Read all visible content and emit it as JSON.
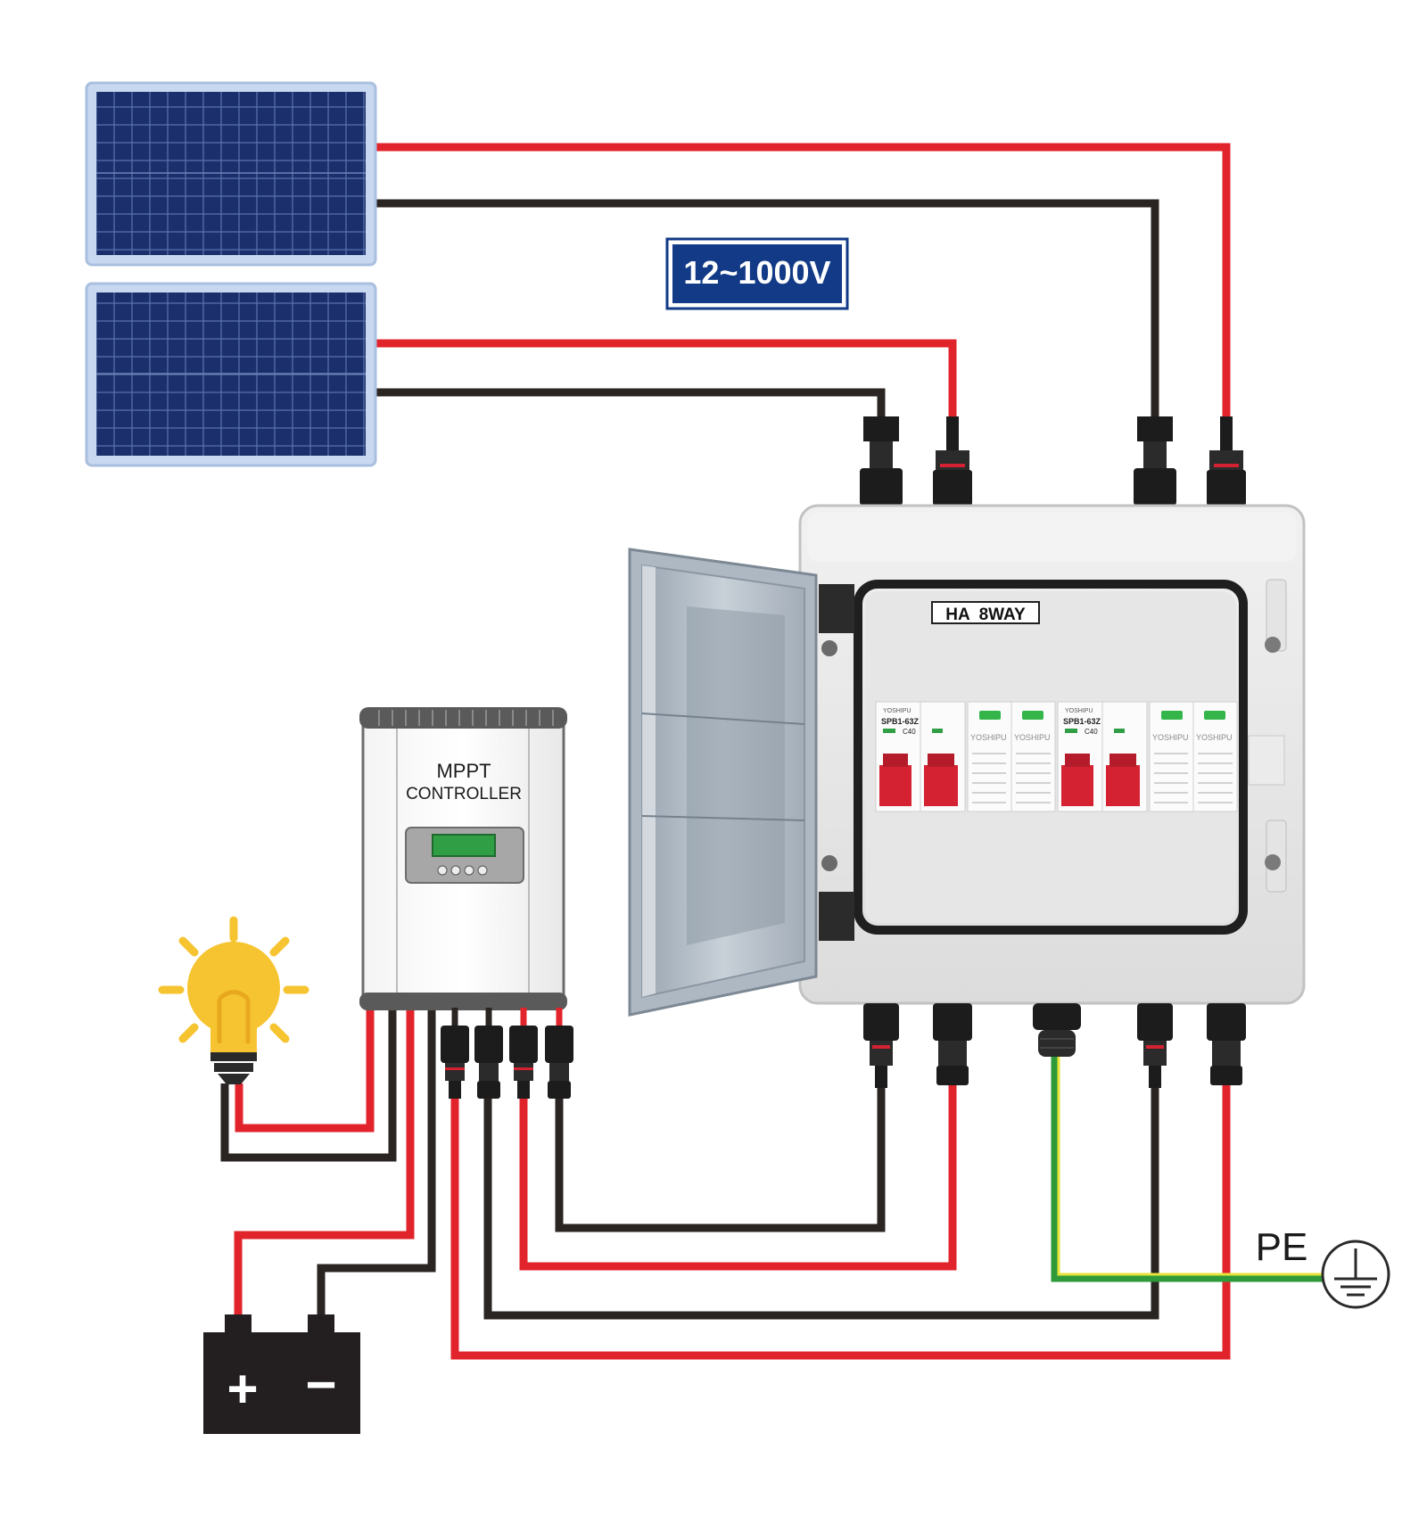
{
  "voltage_badge": {
    "label": "12~1000V"
  },
  "combiner_box": {
    "label": "HA  8WAY",
    "breaker_brand": "YOSHIPU",
    "breaker_model": "SPB1-63Z",
    "breaker_rating": "C40",
    "spd_brand": "YOSHIPU"
  },
  "controller": {
    "line1": "MPPT",
    "line2": "CONTROLLER"
  },
  "ground": {
    "label": "PE"
  },
  "battery": {
    "plus": "+",
    "minus": "−"
  },
  "colors": {
    "positive_wire": "#e1242b",
    "negative_wire": "#2a2523",
    "ground_wire_green": "#2f9a3a",
    "ground_wire_yellow": "#e8e33b",
    "panel_cell": "#1a2f6e",
    "panel_frame": "#bfd3ee",
    "badge_bg": "#123a86",
    "breaker_handle": "#d42233",
    "lcd": "#2f9e45",
    "bulb": "#f6c431"
  },
  "icons": [
    "solar-panel-icon",
    "lightbulb-icon",
    "battery-icon",
    "ground-symbol-icon",
    "mc4-connector-icon",
    "cable-gland-icon"
  ]
}
